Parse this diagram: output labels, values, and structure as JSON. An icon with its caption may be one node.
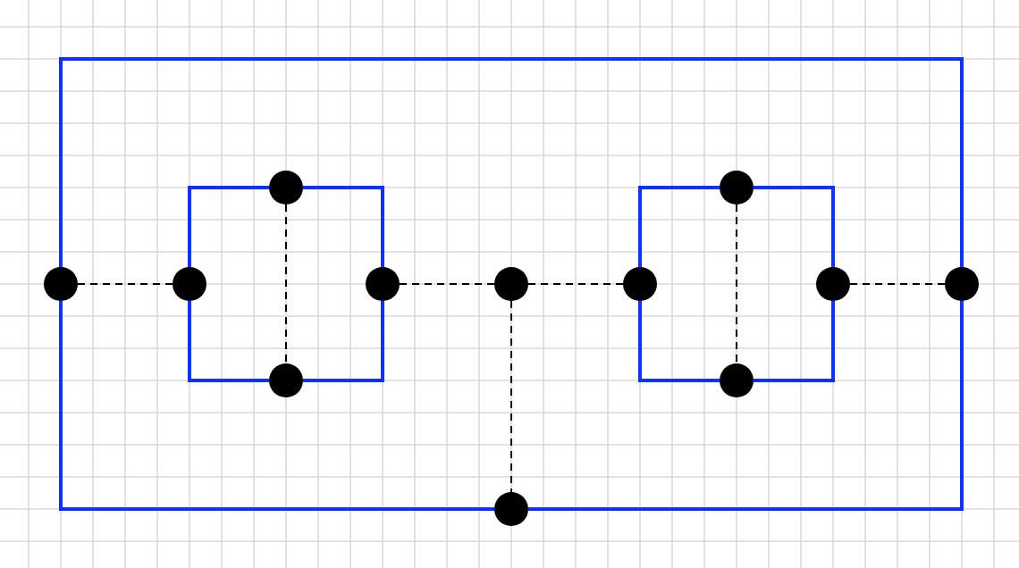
{
  "diagram": {
    "nodes": [
      {
        "text": [],
        "shape": "circle"
      },
      {
        "text": [],
        "shape": "circle"
      },
      {
        "text": [],
        "shape": "circle"
      },
      {
        "text": [],
        "shape": "circle"
      },
      {
        "text": [],
        "shape": "circle"
      },
      {
        "text": [],
        "shape": "circle"
      },
      {
        "text": [],
        "shape": "circle"
      },
      {
        "text": [],
        "shape": "circle"
      },
      {
        "text": [],
        "shape": "circle"
      },
      {
        "text": [],
        "shape": "circle"
      },
      {
        "text": [],
        "shape": "circle"
      },
      {
        "text": [],
        "shape": "circle"
      }
    ],
    "edges": [
      {
        "from": 2,
        "to": 11,
        "arrow": "none"
      },
      {
        "from": 11,
        "to": 8,
        "arrow": "none"
      },
      {
        "from": 8,
        "to": 2,
        "arrow": "none"
      },
      {
        "from": 3,
        "to": 0,
        "arrow": "none"
      },
      {
        "from": 0,
        "to": 4,
        "arrow": "none"
      },
      {
        "from": 4,
        "to": 9,
        "arrow": "none"
      },
      {
        "from": 9,
        "to": 3,
        "arrow": "none"
      },
      {
        "from": 6,
        "to": 1,
        "arrow": "none"
      },
      {
        "from": 1,
        "to": 7,
        "arrow": "none"
      },
      {
        "from": 7,
        "to": 10,
        "arrow": "none"
      },
      {
        "from": 10,
        "to": 6,
        "arrow": "none"
      },
      {
        "from": 2,
        "to": 3,
        "arrow": "none",
        "style": "dashed",
        "color": "#000000"
      },
      {
        "from": 0,
        "to": 9,
        "arrow": "none",
        "style": "dashed",
        "color": "#000000"
      },
      {
        "from": 4,
        "to": 5,
        "arrow": "none",
        "style": "dashed",
        "color": "#000000"
      },
      {
        "from": 5,
        "to": 6,
        "arrow": "none",
        "style": "dashed",
        "color": "#000000"
      },
      {
        "from": 5,
        "to": 11,
        "arrow": "none",
        "style": "dashed",
        "color": "#000000"
      },
      {
        "from": 1,
        "to": 10,
        "arrow": "none",
        "style": "dashed",
        "color": "#000000"
      },
      {
        "from": 7,
        "to": 8,
        "arrow": "none",
        "style": "dashed",
        "color": "#000000"
      }
    ]
  }
}
